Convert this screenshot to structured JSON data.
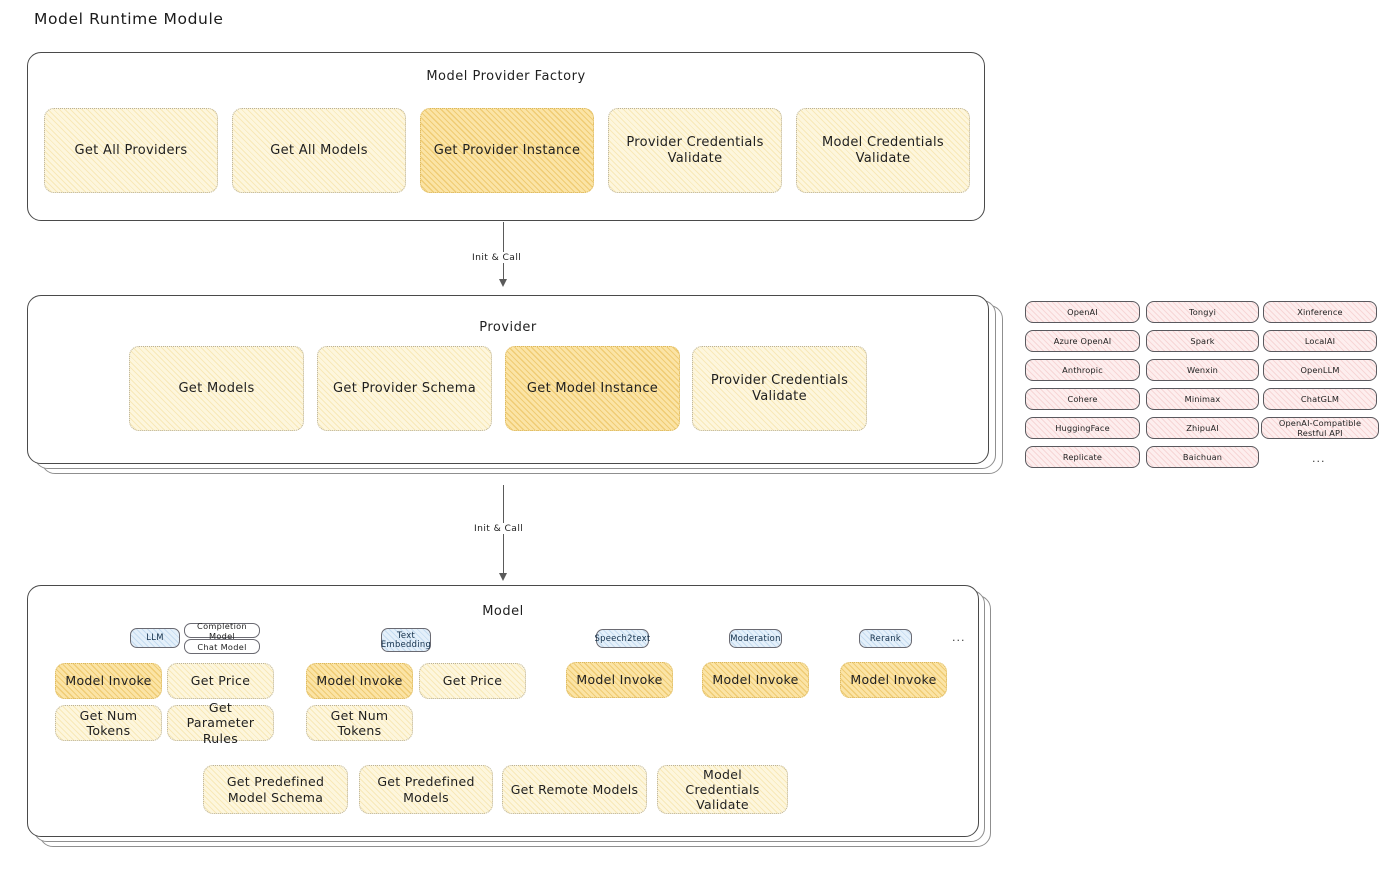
{
  "page": {
    "title": "Model Runtime Module"
  },
  "colors": {
    "node_fill": "#fdf6dd",
    "node_highlight_fill": "#fbe4a6",
    "provider_pill_fill": "#fdeeee",
    "model_type_pill_fill": "#e4f0fa",
    "border": "#4a4a4a"
  },
  "factory": {
    "title": "Model Provider Factory",
    "nodes": [
      {
        "label": "Get All Providers",
        "highlight": false
      },
      {
        "label": "Get All Models",
        "highlight": false
      },
      {
        "label": "Get Provider Instance",
        "highlight": true
      },
      {
        "label": "Provider Credentials Validate",
        "highlight": false
      },
      {
        "label": "Model Credentials Validate",
        "highlight": false
      }
    ]
  },
  "arrows": [
    {
      "label": "Init & Call"
    },
    {
      "label": "Init & Call"
    }
  ],
  "provider": {
    "title": "Provider",
    "nodes": [
      {
        "label": "Get Models",
        "highlight": false
      },
      {
        "label": "Get Provider Schema",
        "highlight": false
      },
      {
        "label": "Get Model Instance",
        "highlight": true
      },
      {
        "label": "Provider Credentials Validate",
        "highlight": false
      }
    ]
  },
  "provider_list": {
    "columns": [
      {
        "items": [
          "OpenAI",
          "Azure OpenAI",
          "Anthropic",
          "Cohere",
          "HuggingFace",
          "Replicate"
        ]
      },
      {
        "items": [
          "Tongyi",
          "Spark",
          "Wenxin",
          "Minimax",
          "ZhipuAI",
          "Baichuan"
        ]
      },
      {
        "items": [
          "Xinference",
          "LocalAI",
          "OpenLLM",
          "ChatGLM",
          "OpenAI-Compatible Restful API"
        ]
      }
    ],
    "more": "..."
  },
  "model": {
    "title": "Model",
    "more": "...",
    "types": [
      {
        "name": "LLM",
        "sub_pills": [
          "Completion Model",
          "Chat Model"
        ],
        "methods": [
          {
            "label": "Model Invoke",
            "highlight": true
          },
          {
            "label": "Get Price",
            "highlight": false
          },
          {
            "label": "Get Num Tokens",
            "highlight": false
          },
          {
            "label": "Get Parameter Rules",
            "highlight": false
          }
        ]
      },
      {
        "name": "Text Embedding",
        "sub_pills": [],
        "methods": [
          {
            "label": "Model Invoke",
            "highlight": true
          },
          {
            "label": "Get Price",
            "highlight": false
          },
          {
            "label": "Get Num Tokens",
            "highlight": false
          }
        ]
      },
      {
        "name": "Speech2text",
        "sub_pills": [],
        "methods": [
          {
            "label": "Model Invoke",
            "highlight": true
          }
        ]
      },
      {
        "name": "Moderation",
        "sub_pills": [],
        "methods": [
          {
            "label": "Model Invoke",
            "highlight": true
          }
        ]
      },
      {
        "name": "Rerank",
        "sub_pills": [],
        "methods": [
          {
            "label": "Model Invoke",
            "highlight": true
          }
        ]
      }
    ],
    "shared_methods": [
      {
        "label": "Get Predefined Model Schema"
      },
      {
        "label": "Get Predefined Models"
      },
      {
        "label": "Get Remote Models"
      },
      {
        "label": "Model Credentials Validate"
      }
    ]
  }
}
